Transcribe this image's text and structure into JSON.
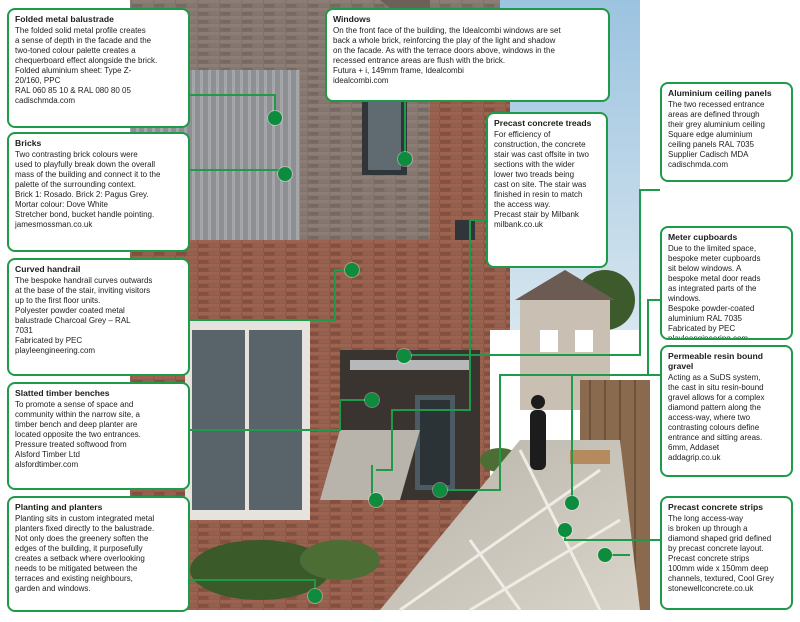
{
  "colors": {
    "accent": "#1f9a48",
    "dot": "#0d8c3e",
    "text": "#1d1d1d"
  },
  "callouts": [
    {
      "id": "balustrade",
      "title": "Folded metal balustrade",
      "body": "The folded solid metal profile creates\na sense of depth in the facade and the\ntwo-toned colour palette creates a\nchequerboard effect alongside the brick.\nFolded aluminium sheet: Type Z-\n20/160, PPC\nRAL 060 85 10 & RAL 080 80 05\ncadischmda.com"
    },
    {
      "id": "bricks",
      "title": "Bricks",
      "body": "Two contrasting brick colours were\nused to playfully break down the overall\nmass of the building and connect it to the\npalette of the surrounding context.\nBrick 1: Rosado. Brick 2: Pagus Grey.\nMortar colour: Dove White\nStretcher bond, bucket handle pointing.\njamesmossman.co.uk"
    },
    {
      "id": "handrail",
      "title": "Curved handrail",
      "body": "The bespoke handrail curves outwards\nat the base of the stair, inviting visitors\nup to the first floor units.\nPolyester powder coated metal\nbalustrade Charcoal Grey – RAL\n7031\nFabricated by PEC\nplayleengineering.com"
    },
    {
      "id": "benches",
      "title": "Slatted timber benches",
      "body": "To promote a sense of space and\ncommunity within the narrow site, a\ntimber bench and deep planter are\nlocated opposite the two entrances.\nPressure treated softwood from\nAlsford Timber Ltd\nalsfordtimber.com"
    },
    {
      "id": "planters",
      "title": "Planting and planters",
      "body": "Planting sits in custom integrated metal\nplanters fixed directly to the balustrade.\nNot only does the greenery soften the\nedges of the building, it purposefully\ncreates a setback where overlooking\nneeds to be mitigated between the\nterraces and existing neighbours,\ngarden and windows."
    },
    {
      "id": "windows",
      "title": "Windows",
      "body": "On the front face of the building, the Idealcombi windows are set\nback a whole brick, reinforcing the play of the light and shadow\non the facade. As with the terrace doors above, windows in the\nrecessed entrance areas are flush with the brick.\nFutura + i, 149mm frame, Idealcombi\nidealcombi.com"
    },
    {
      "id": "treads",
      "title": "Precast concrete treads",
      "body": "For efficiency of\nconstruction, the concrete\nstair was cast offsite in two\nsections with the wider\nlower two treads being\ncast on site. The stair was\nfinished in resin to match\nthe access way.\nPrecast stair by Milbank\nmilbank.co.uk"
    },
    {
      "id": "ceiling",
      "title": "Aluminium ceiling panels",
      "body": "The two recessed entrance\nareas are defined through\ntheir grey aluminium ceiling\nSquare edge aluminium\nceiling panels RAL 7035\nSupplier Cadisch MDA\ncadischmda.com"
    },
    {
      "id": "meter",
      "title": "Meter cupboards",
      "body": "Due to the limited space,\nbespoke meter cupboards\nsit below windows. A\nbespoke metal door reads\nas integrated parts of the\nwindows.\nBespoke powder-coated\naluminium RAL 7035\nFabricated by PEC\nplayleengineering.com"
    },
    {
      "id": "gravel",
      "title": "Permeable resin bound\ngravel",
      "body": "Acting as a SuDS system,\nthe cast in situ resin-bound\ngravel allows for a complex\ndiamond pattern along the\naccess-way, where two\ncontrasting colours define\nentrance and sitting areas.\n6mm, Addaset\naddagrip.co.uk"
    },
    {
      "id": "strips",
      "title": "Precast concrete strips",
      "body": "The long access-way\nis broken up through a\ndiamond shaped grid defined\nby precast concrete layout.\nPrecast concrete strips\n100mm wide x 150mm deep\nchannels, textured, Cool Grey\nstonewellconcrete.co.uk"
    }
  ]
}
